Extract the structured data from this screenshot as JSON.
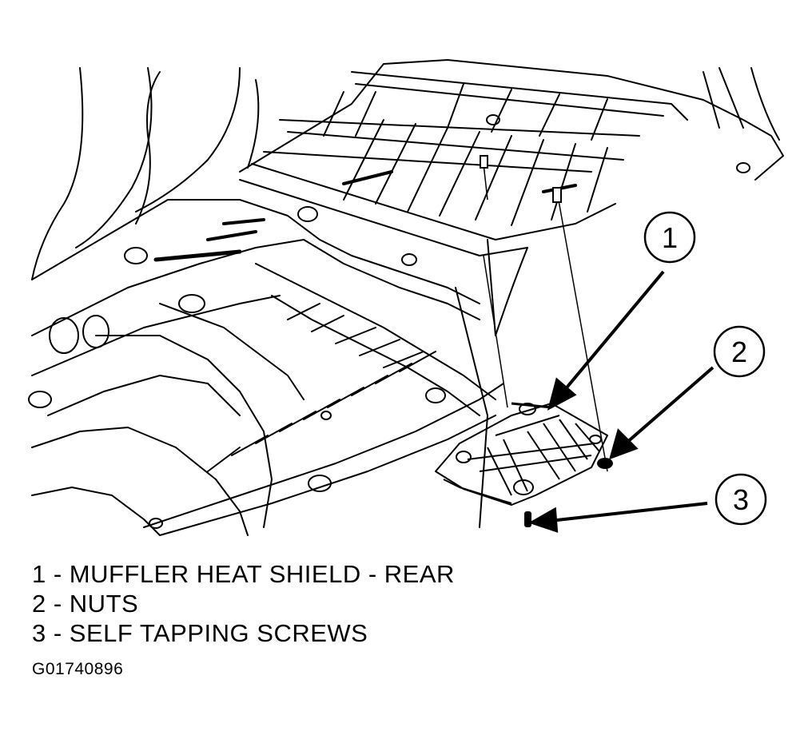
{
  "callouts": [
    {
      "number": "1"
    },
    {
      "number": "2"
    },
    {
      "number": "3"
    }
  ],
  "legend": [
    {
      "text": "1 - MUFFLER HEAT SHIELD - REAR"
    },
    {
      "text": "2 - NUTS"
    },
    {
      "text": "3 - SELF TAPPING SCREWS"
    }
  ],
  "figure_id": "G01740896"
}
